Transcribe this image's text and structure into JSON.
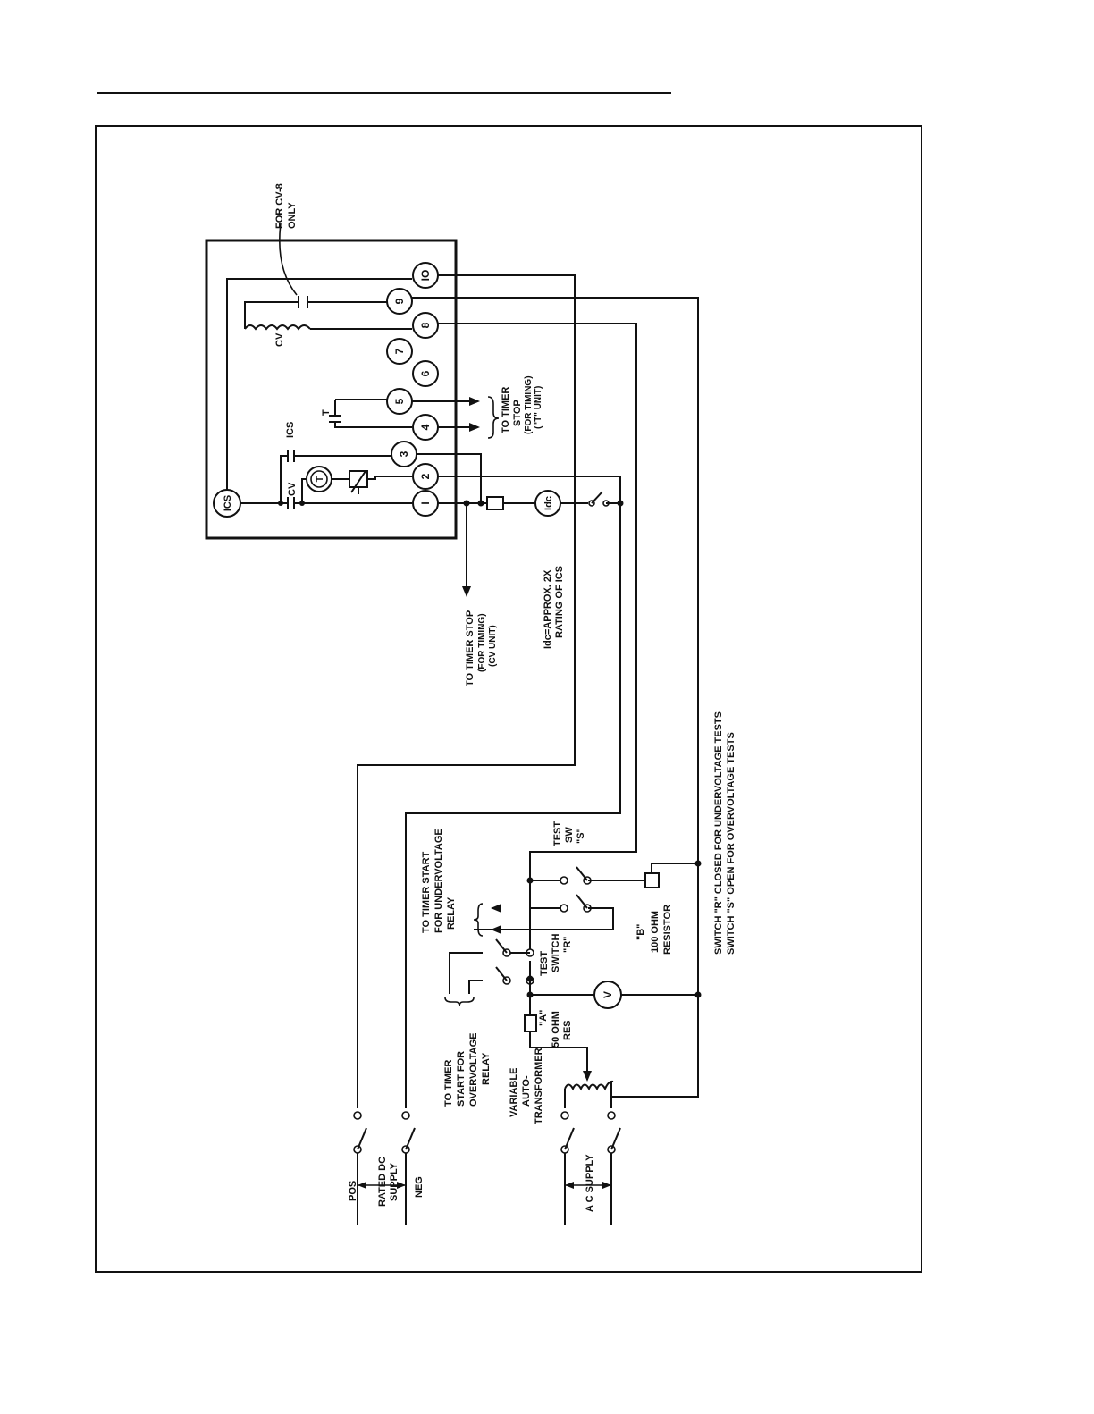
{
  "terminals": {
    "t1": "I",
    "t2": "2",
    "t3": "3",
    "t4": "4",
    "t5": "5",
    "t6": "6",
    "t7": "7",
    "t8": "8",
    "t9": "9",
    "t10": "IO"
  },
  "components": {
    "ics_circle": "ICS",
    "ics_contact": "ICS",
    "cv_contact": "CV",
    "cv_coil": "CV",
    "t_contact": "T",
    "t_circle": "T",
    "idc_meter": "Idc",
    "voltmeter": "V"
  },
  "notes": {
    "for_cv8": [
      "FOR CV-8",
      "ONLY"
    ],
    "timer_stop_t": [
      "TO TIMER",
      "STOP",
      "(FOR TIMING)",
      "(\"T\" UNIT)"
    ],
    "timer_stop_cv": [
      "TO TIMER STOP",
      "(FOR TIMING)",
      "(CV UNIT)"
    ],
    "idc_note": [
      "Idc=APPROX. 2X",
      "RATING OF ICS"
    ],
    "switch_notes": [
      "SWITCH \"R\" CLOSED FOR UNDERVOLTAGE TESTS",
      "SWITCH \"S\" OPEN FOR OVERVOLTAGE TESTS"
    ],
    "test_sw_s": [
      "TEST",
      "SW",
      "\"S\""
    ],
    "timer_start_under": [
      "TO TIMER START",
      "FOR UNDERVOLTAGE",
      "RELAY"
    ],
    "resistor_b": [
      "\"B\"",
      "100 OHM",
      "RESISTOR"
    ],
    "test_switch_r": [
      "TEST",
      "SWITCH",
      "\"R\""
    ],
    "resistor_a": [
      "\"A\"",
      "50 OHM",
      "RES"
    ],
    "timer_start_over": [
      "TO TIMER",
      "START FOR",
      "OVERVOLTAGE",
      "RELAY"
    ],
    "autotransformer": [
      "VARIABLE",
      "AUTO-",
      "TRANSFORMER"
    ],
    "dc_supply": [
      "POS",
      "RATED DC",
      "SUPPLY",
      "NEG"
    ],
    "ac_supply": "A C SUPPLY"
  }
}
